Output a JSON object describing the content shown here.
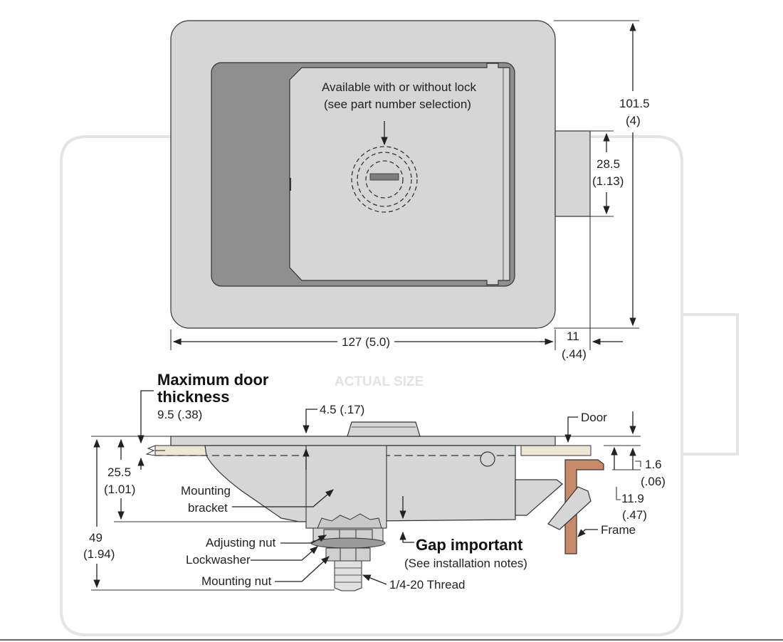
{
  "top_view": {
    "note_line1": "Available with or without lock",
    "note_line2": "(see part number selection)",
    "height_mm": "101.5",
    "height_in": "(4)",
    "latch_mm": "28.5",
    "latch_in": "(1.13)",
    "width_label": "127 (5.0)",
    "offset_mm": "11",
    "offset_in": "(.44)"
  },
  "watermark": "ACTUAL SIZE",
  "side_view": {
    "max_door_line1": "Maximum door",
    "max_door_line2": "thickness",
    "max_door_value": "9.5 (.38)",
    "flange_label": "4.5 (.17)",
    "door_label": "Door",
    "thick_mm": "1.6",
    "thick_in": "(.06)",
    "gap_mm": "11.9",
    "gap_in": "(.47)",
    "depth_mm": "25.5",
    "depth_in": "(1.01)",
    "total_mm": "49",
    "total_in": "(1.94)",
    "bracket_line1": "Mounting",
    "bracket_line2": "bracket",
    "adjusting_nut": "Adjusting nut",
    "lockwasher": "Lockwasher",
    "mounting_nut": "Mounting nut",
    "thread": "1/4-20 Thread",
    "frame_label": "Frame",
    "gap_important": "Gap important",
    "gap_note": "(See installation notes)"
  },
  "colors": {
    "body": "#d6d6d6",
    "recess": "#8f8f8f",
    "door_tan": "#ede6d4",
    "frame_copper": "#c98a6a",
    "outline_bg": "#e6e6e6"
  }
}
